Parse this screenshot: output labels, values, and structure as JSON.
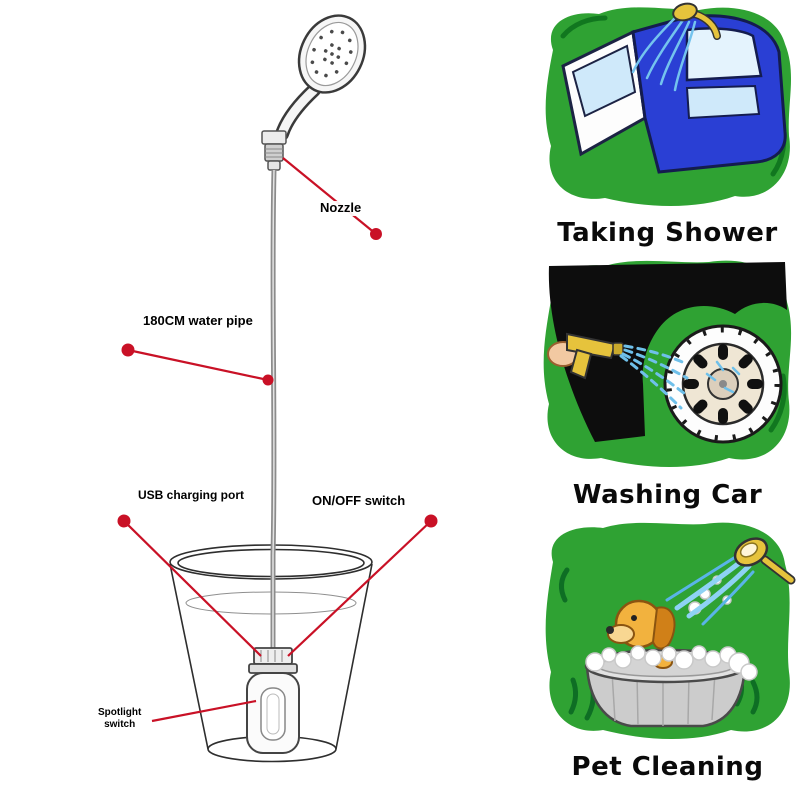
{
  "colors": {
    "leader_red": "#c91126",
    "splash_green": "#2fa233",
    "splash_green_dark": "#11771f",
    "car_blue": "#2a3fd4",
    "spray_blue": "#6fc0ea",
    "sprayer_yellow": "#e6c33c",
    "dog_orange": "#f2b23e",
    "tub_gray": "#cccccc"
  },
  "diagram": {
    "labels": {
      "nozzle": "Nozzle",
      "water_pipe": "180CM water pipe",
      "usb_port": "USB charging port",
      "on_off_switch": "ON/OFF switch",
      "spotlight_switch": "Spotlight\nswitch"
    }
  },
  "scenes": [
    {
      "id": "taking-shower",
      "caption": "Taking Shower"
    },
    {
      "id": "washing-car",
      "caption": "Washing Car"
    },
    {
      "id": "pet-cleaning",
      "caption": "Pet Cleaning"
    }
  ]
}
